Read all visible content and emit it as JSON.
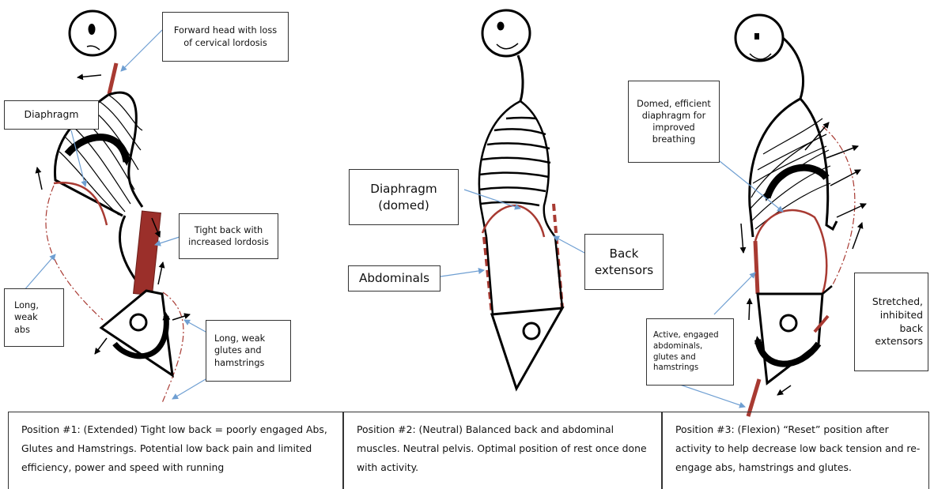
{
  "figure_1": {
    "labels": {
      "forward_head": "Forward head with loss\nof cervical lordosis",
      "diaphragm": "Diaphragm",
      "tight_back": "Tight back with\nincreased lordosis",
      "long_weak_abs": "Long,\nweak\nabs",
      "long_weak_glutes": "Long, weak\nglutes and\nhamstrings"
    },
    "caption": "Position #1:  (Extended) Tight  low back = poorly engaged Abs, Glutes and Hamstrings.  Potential low back pain and limited efficiency, power and speed with running"
  },
  "figure_2": {
    "labels": {
      "diaphragm_domed": "Diaphragm\n(domed)",
      "back_extensors": "Back\nextensors",
      "abdominals": "Abdominals"
    },
    "caption": "Position #2: (Neutral) Balanced back and abdominal muscles.  Neutral pelvis.  Optimal position of rest once done with activity."
  },
  "figure_3": {
    "labels": {
      "domed_diaphragm": "Domed, efficient\ndiaphragm for\nimproved\nbreathing",
      "stretched_extensors": "Stretched,\ninhibited\nback\nextensors",
      "active_engaged": "Active, engaged\nabdominals,\nglutes and\nhamstrings"
    },
    "caption": "Position #3: (Flexion)  “Reset” position after activity to help decrease low back tension and re-engage abs, hamstrings and glutes."
  },
  "colors": {
    "outline": "#000000",
    "muscle_red": "#a83a32",
    "tight_back_fill": "#9b2f2a",
    "pointer_blue": "#6f9fd2"
  }
}
